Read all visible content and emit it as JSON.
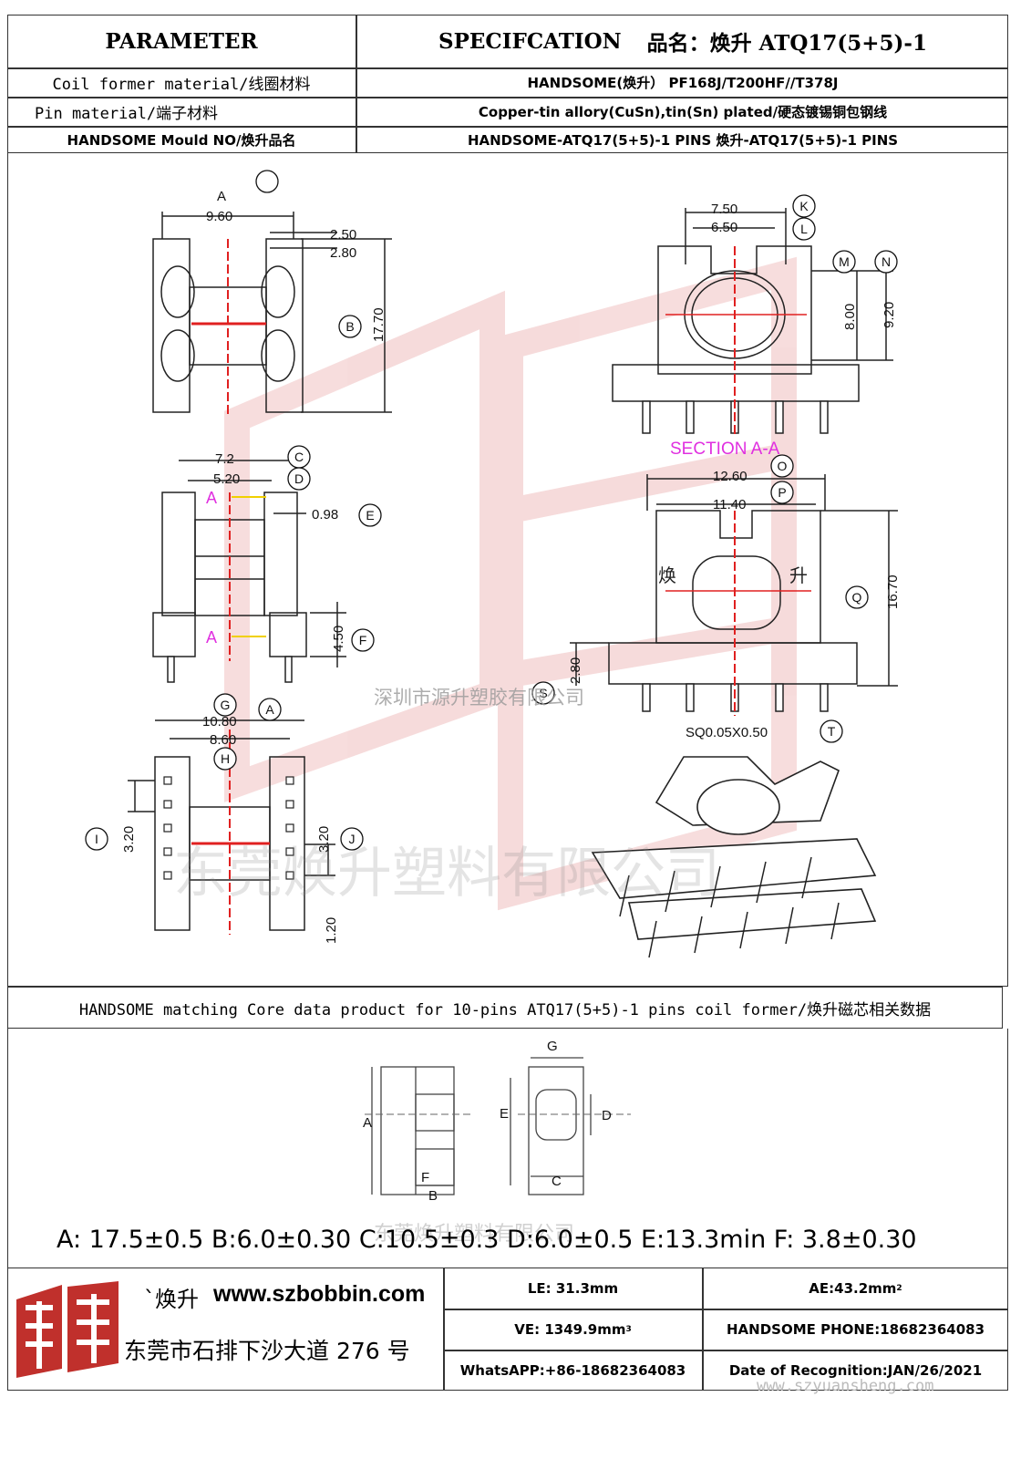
{
  "header": {
    "param_label": "PARAMETER",
    "spec_label": "SPECIFCATION",
    "product_name_label": "品名：",
    "product_name": "焕升 ATQ17(5+5)-1"
  },
  "rows": [
    {
      "label": "Coil former material/线圈材料",
      "value": "HANDSOME(焕升）   PF168J/T200HF//T378J"
    },
    {
      "label": "Pin material/端子材料",
      "value": "Copper-tin allory(CuSn),tin(Sn) plated/硬态镀锡铜包钢线"
    },
    {
      "label": "HANDSOME Mould NO/焕升品名",
      "value": "HANDSOME-ATQ17(5+5)-1 PINS    焕升-ATQ17(5+5)-1 PINS"
    }
  ],
  "drawing": {
    "dims": {
      "a_960": "9.60",
      "a_250": "2.50",
      "a_280": "2.80",
      "a_1770": "17.70",
      "k_750": "7.50",
      "l_650": "6.50",
      "m_800": "8.00",
      "n_920": "9.20",
      "c_72": "7.2",
      "d_520": "5.20",
      "e_098": "0.98",
      "f_450": "4.50",
      "o_1260": "12.60",
      "p_1140": "11.40",
      "q_1670": "16.70",
      "s_280": "2.80",
      "sq": "SQ0.05X0.50",
      "g_1080": "10.80",
      "h_860": "8.60",
      "i_320": "3.20",
      "j_320": "3.20",
      "j_120": "1.20"
    },
    "circles": [
      "A",
      "B",
      "C",
      "D",
      "E",
      "F",
      "G",
      "H",
      "I",
      "J",
      "K",
      "L",
      "M",
      "N",
      "O",
      "P",
      "Q",
      "S",
      "T"
    ],
    "section_label": "SECTION A-A",
    "view_a_label": "A",
    "section_mark": "A",
    "hanzi_left": "焕",
    "hanzi_right": "升",
    "watermark_small": "深圳市源升塑胶有限公司",
    "watermark_large": "东莞焕升塑料有限公司"
  },
  "core": {
    "title": "HANDSOME matching Core data  product for 10-pins ATQ17(5+5)-1 pins coil former/焕升磁芯相关数据",
    "letters": {
      "a": "A",
      "b": "B",
      "c": "C",
      "d": "D",
      "e": "E",
      "f": "F",
      "g": "G"
    },
    "watermark": "东莞焕升塑料有限公司",
    "spec_line": "A: 17.5±0.5 B:6.0±0.30 C:10.5±0.3 D:6.0±0.5 E:13.3min  F: 3.8±0.30"
  },
  "footer": {
    "brand": "`焕升",
    "website": "www.szbobbin.com",
    "address": "东莞市石排下沙大道 276 号",
    "le": "LE: 31.3mm",
    "ae": "AE:43.2mm",
    "ae_sup": "2",
    "ve": "VE: 1349.9mm",
    "ve_sup": "3",
    "phone": "HANDSOME PHONE:18682364083",
    "whatsapp": "WhatsAPP:+86-18682364083",
    "date": "Date of Recognition:JAN/26/2021",
    "watermark_url": "www.szyuansheng.com"
  },
  "colors": {
    "line": "#333333",
    "red_center": "#e02020",
    "section_magenta": "#e030e0",
    "watermark": "#e8b0b0",
    "logo": "#c0302c"
  }
}
